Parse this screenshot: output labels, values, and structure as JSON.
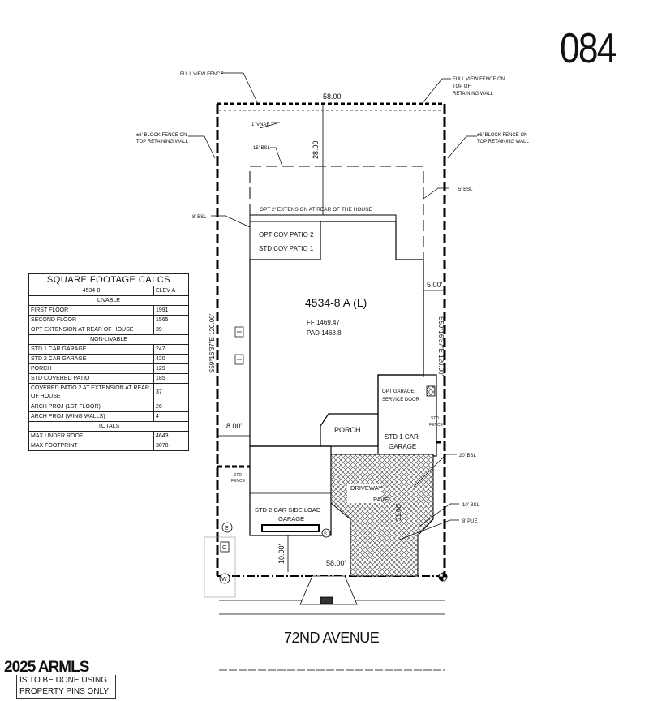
{
  "lot_number": "084",
  "street_name": "72ND AVENUE",
  "plan": {
    "model": "4534-8 A (L)",
    "ff": "FF 1469.47",
    "pad": "PAD 1468.8"
  },
  "dimensions": {
    "rear_width": "58.00'",
    "front_width": "58.00'",
    "left_depth": "S59°16'37\"E 120.00'",
    "right_depth": "S59°16'37\"E 120.00'",
    "rear_setback": "28.00'",
    "side_setback_right": "5.00'",
    "side_setback_left": "8.00'",
    "front_setback_left": "10.00'",
    "driveway_length": "31.00'"
  },
  "labels": {
    "full_view_fence": "FULL VIEW FENCE",
    "full_view_fence_retaining": "FULL VIEW FENCE ON TOP OF RETAINING WALL",
    "block_fence_left": "±6' BLOCK FENCE ON TOP RETAINING WALL",
    "block_fence_right": "±6' BLOCK FENCE ON TOP RETAINING WALL",
    "vnae": "1' VNAE",
    "bsl_15": "15' BSL",
    "bsl_5": "5' BSL",
    "bsl_8": "8' BSL",
    "bsl_20": "20' BSL",
    "bsl_10": "10' BSL",
    "pue_8": "8' PUE",
    "opt_extension": "OPT 2' EXTENSION AT REAR OF THE HOUSE",
    "opt_cov_patio": "OPT COV PATIO 2",
    "std_cov_patio": "STD COV PATIO 1",
    "opt_garage_door": "OPT GARAGE SERVICE DOOR",
    "porch": "PORCH",
    "std_1_car": "STD 1 CAR GARAGE",
    "std_2_car": "STD 2 CAR SIDE LOAD GARAGE",
    "driveway": "DRIVEWAY PAVE",
    "std_fence_left": "STD FENCE",
    "std_fence_right": "STD FENCE",
    "utility_e": "E",
    "utility_c": "C",
    "utility_w": "W",
    "utility_s": "S"
  },
  "sq_ft_table": {
    "title": "SQUARE FOOTAGE CALCS",
    "plan": "4534-8",
    "elev": "ELEV A",
    "livable_header": "LIVABLE",
    "livable": [
      {
        "label": "FIRST FLOOR",
        "value": "1991"
      },
      {
        "label": "SECOND FLOOR",
        "value": "1565"
      },
      {
        "label": "OPT EXTENSION AT REAR OF HOUSE",
        "value": "39"
      }
    ],
    "non_livable_header": "NON-LIVABLE",
    "non_livable": [
      {
        "label": "STD 1 CAR GARAGE",
        "value": "247"
      },
      {
        "label": "STD 2 CAR GARAGE",
        "value": "420"
      },
      {
        "label": "PORCH",
        "value": "129"
      },
      {
        "label": "STD COVERED PATIO",
        "value": "185"
      },
      {
        "label": "COVERED PATIO 2 AT EXTENSION AT REAR OF HOUSE",
        "value": "37"
      },
      {
        "label": "ARCH PROJ (1ST FLOOR)",
        "value": "26"
      },
      {
        "label": "ARCH PROJ (WING WALLS)",
        "value": "4"
      }
    ],
    "totals_header": "TOTALS",
    "totals": [
      {
        "label": "MAX UNDER ROOF",
        "value": "4643"
      },
      {
        "label": "MAX FOOTPRINT",
        "value": "3078"
      }
    ]
  },
  "watermark": "2025 ARMLS",
  "note_lines": [
    "IS TO BE DONE USING",
    "PROPERTY PINS ONLY"
  ]
}
